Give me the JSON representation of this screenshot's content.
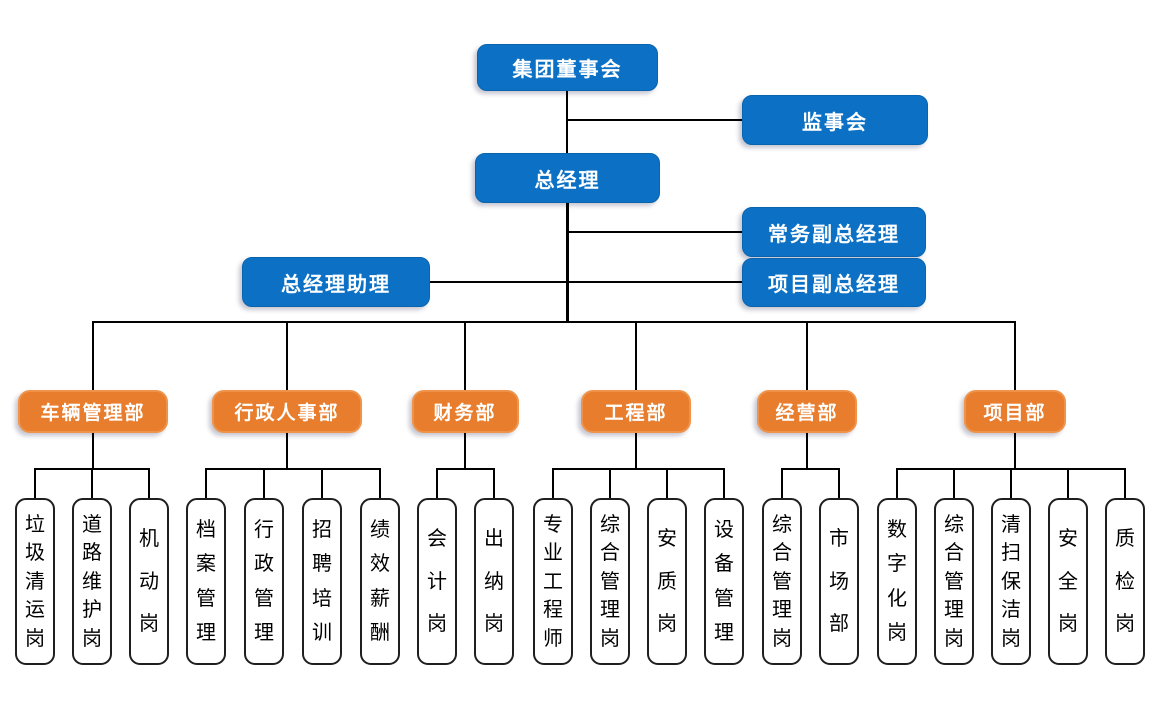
{
  "colors": {
    "executive_blue": "#0C71C5",
    "department_orange": "#E87D2D",
    "position_box_border": "#1F1F1F",
    "connector_line": "#000000",
    "text_on_fill": "#FFFFFF",
    "text_on_white": "#000000"
  },
  "executive": {
    "board": "集团董事会",
    "supervisory_board": "监事会",
    "general_manager": "总经理",
    "executive_deputy_gm": "常务副总经理",
    "gm_assistant": "总经理助理",
    "project_deputy_gm": "项目副总经理"
  },
  "departments": [
    {
      "name": "车辆管理部",
      "positions": [
        "垃圾清运岗",
        "道路维护岗",
        "机动岗"
      ]
    },
    {
      "name": "行政人事部",
      "positions": [
        "档案管理",
        "行政管理",
        "招聘培训",
        "绩效薪酬"
      ]
    },
    {
      "name": "财务部",
      "positions": [
        "会计岗",
        "出纳岗"
      ]
    },
    {
      "name": "工程部",
      "positions": [
        "专业工程师",
        "综合管理岗",
        "安质岗",
        "设备管理"
      ]
    },
    {
      "name": "经营部",
      "positions": [
        "综合管理岗",
        "市场部"
      ]
    },
    {
      "name": "项目部",
      "positions": [
        "数字化岗",
        "综合管理岗",
        "清扫保洁岗",
        "安全岗",
        "质检岗"
      ]
    }
  ]
}
